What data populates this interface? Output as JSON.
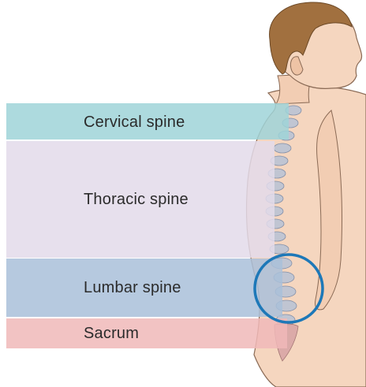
{
  "regions": [
    {
      "label": "Cervical spine",
      "color": "#9fd3d8"
    },
    {
      "label": "Thoracic spine",
      "color": "#e3dbea"
    },
    {
      "label": "Lumbar spine",
      "color": "#a9bfd9"
    },
    {
      "label": "Sacrum",
      "color": "#f0b9b9"
    }
  ],
  "highlight_color": "#1d78b8",
  "skin_color": "#f5d6bf",
  "hair_color": "#a1703f"
}
